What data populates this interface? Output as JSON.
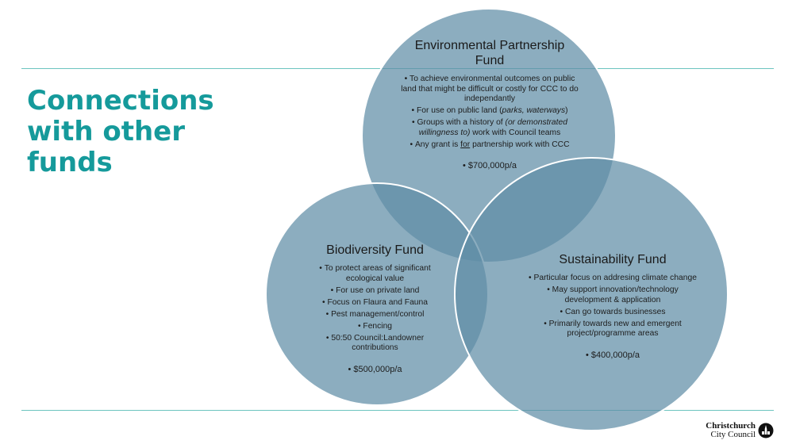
{
  "slide": {
    "title": "Connections\nwith other\nfunds"
  },
  "colors": {
    "title": "#159a9b",
    "rule": "#6cc4bf",
    "circle_fill": "#5f8ea6",
    "circle_stroke": "#ffffff"
  },
  "circles": {
    "environmental": {
      "heading": "Environmental Partnership\nFund",
      "bullets": [
        "To achieve environmental outcomes on public land that might be difficult or costly for CCC to do independantly",
        "For use on public land (parks, waterways)",
        "Groups with a history of (or demonstrated willingness to) work with Council teams",
        "Any grant is for partnership work with CCC"
      ],
      "amount": "$700,000p/a"
    },
    "biodiversity": {
      "heading": "Biodiversity Fund",
      "bullets": [
        "To protect areas of significant ecological value",
        "For use on private land",
        "Focus on Flaura and Fauna",
        "Pest management/control",
        "Fencing",
        "50:50 Council:Landowner contributions"
      ],
      "amount": "$500,000p/a"
    },
    "sustainability": {
      "heading": "Sustainability Fund",
      "bullets": [
        "Particular focus on addresing climate change",
        "May support innovation/technology development & application",
        "Can go towards businesses",
        "Primarily towards new and emergent project/programme areas"
      ],
      "amount": "$400,000p/a"
    }
  },
  "logo": {
    "line1": "Christchurch",
    "line2": "City Council",
    "icon": "cathedral-icon"
  }
}
